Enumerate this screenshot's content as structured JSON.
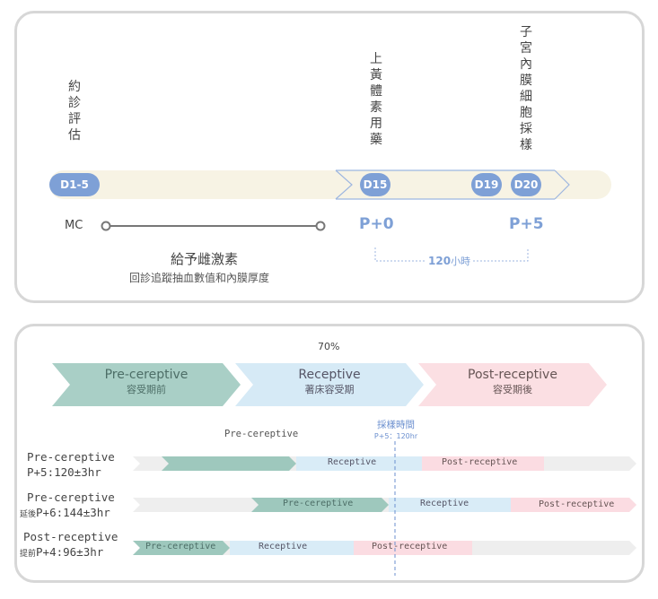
{
  "top": {
    "col_consult": "約診評估",
    "col_progesterone": "上黃體素用藥",
    "col_biopsy": "子宮內膜細胞採樣",
    "day_d1": "D1-5",
    "day_d15": "D15",
    "day_d19": "D19",
    "day_d20": "D20",
    "mc_label": "MC",
    "p0": "P+0",
    "p5": "P+5",
    "hours_value": "120",
    "hours_unit": "小時",
    "estrogen_title": "給予雌激素",
    "estrogen_sub": "回診追蹤抽血數值和內膜厚度"
  },
  "bottom": {
    "percent": "70%",
    "phases": [
      {
        "en": "Pre-cereptive",
        "zh": "容受期前",
        "color": "#a9cfc6"
      },
      {
        "en": "Receptive",
        "zh": "著床容受期",
        "color": "#d6eaf6"
      },
      {
        "en": "Post-receptive",
        "zh": "容受期後",
        "color": "#fbdfe3"
      }
    ],
    "marker_title": "採樣時間",
    "marker_sub": "P+5：120hr",
    "axis_pre_label": "Pre-cereptive",
    "rows": [
      {
        "label_line1": "Pre-cereptive",
        "label_prefix": "",
        "label_line2": "P+5:120±3hr",
        "seg_pre": "",
        "seg_rec": "Receptive",
        "seg_post": "Post-receptive"
      },
      {
        "label_line1": "Pre-cereptive",
        "label_prefix": "延後",
        "label_line2": "P+6:144±3hr",
        "seg_pre": "Pre-cereptive",
        "seg_rec": "Receptive",
        "seg_post": "Post-receptive"
      },
      {
        "label_line1": "Post-receptive",
        "label_prefix": "提前",
        "label_line2": "P+4:96±3hr",
        "seg_pre": "Pre-cereptive",
        "seg_rec": "Receptive",
        "seg_post": "Post-receptive"
      }
    ]
  },
  "colors": {
    "accent_blue": "#7ea0d6",
    "band_cream": "#f7f3e4",
    "teal": "#9ec8bd",
    "light_blue": "#d9ecf7",
    "pink": "#fbdce2",
    "grey_track": "#eeeeee",
    "dashed_marker": "#6b8fcf"
  }
}
